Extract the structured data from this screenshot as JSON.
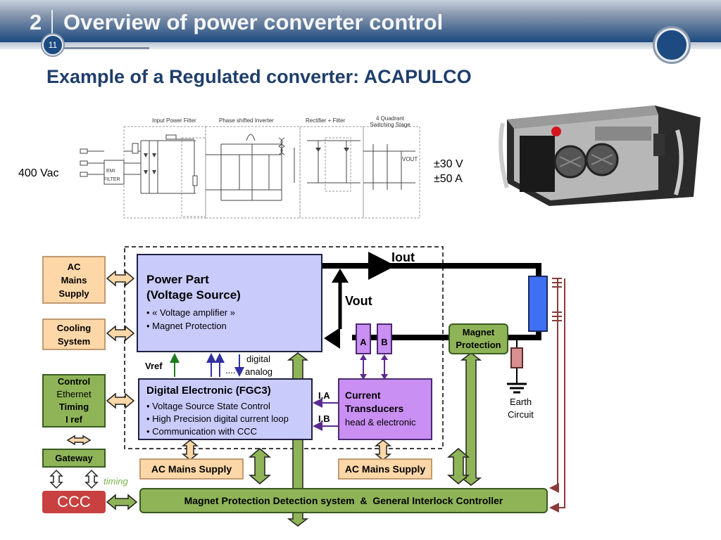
{
  "header": {
    "section_number": "2",
    "title": "Overview of power converter control",
    "page_number": "11"
  },
  "subtitle": "Example of a Regulated converter: ACAPULCO",
  "schematic": {
    "stage_labels": [
      "Input Power Filter",
      "Phase shifted Inverter",
      "Rectifier + Filter",
      "4 Quadrant Switching Stage"
    ],
    "filter_label": [
      "EMI",
      "FILTER"
    ],
    "vout_label": "VOUT",
    "input_label": "400 Vac",
    "output_voltage": "±30 V",
    "output_current": "±50 A"
  },
  "diagram": {
    "ac_mains": [
      "AC",
      "Mains",
      "Supply"
    ],
    "cooling": [
      "Cooling",
      "System"
    ],
    "control": {
      "line1": "Control",
      "line2": "Ethernet",
      "line3": "Timing",
      "line4": "I ref"
    },
    "gateway": "Gateway",
    "timing_label": "timing",
    "ccc": "CCC",
    "power_part": {
      "title1": "Power Part",
      "title2": "(Voltage Source)",
      "bullets": [
        "« Voltage amplifier »",
        "Magnet Protection"
      ]
    },
    "digital": {
      "title": "Digital Electronic (FGC3)",
      "bullets": [
        "Voltage Source State Control",
        "High Precision digital current loop",
        "Communication with CCC"
      ]
    },
    "current_transducers": {
      "line1": "Current",
      "line2": "Transducers",
      "line3": "head & electronic"
    },
    "ac_mains_supply_1": "AC Mains Supply",
    "ac_mains_supply_2": "AC Mains Supply",
    "magnet_protection": [
      "Magnet",
      "Protection"
    ],
    "interlock": "Magnet Protection Detection system  &  General Interlock Controller",
    "iout": "Iout",
    "vout": "Vout",
    "vref": "Vref",
    "digital_label": "digital",
    "analog_label": "analog",
    "dots": "....",
    "ia": "I.A",
    "ib": "I.B",
    "a": "A",
    "b": "B",
    "earth": [
      "Earth",
      "Circuit"
    ]
  },
  "colors": {
    "header_blue": "#1c4a80",
    "subtitle_blue": "#1f3e6b",
    "peach": "#fdd7a7",
    "lavender": "#c9cbfb",
    "purple": "#c98ff2",
    "green": "#8fb458",
    "ccc_red": "#c8403f",
    "magnet_blue": "#3f6ff2",
    "timing_green": "#7ab04a"
  }
}
